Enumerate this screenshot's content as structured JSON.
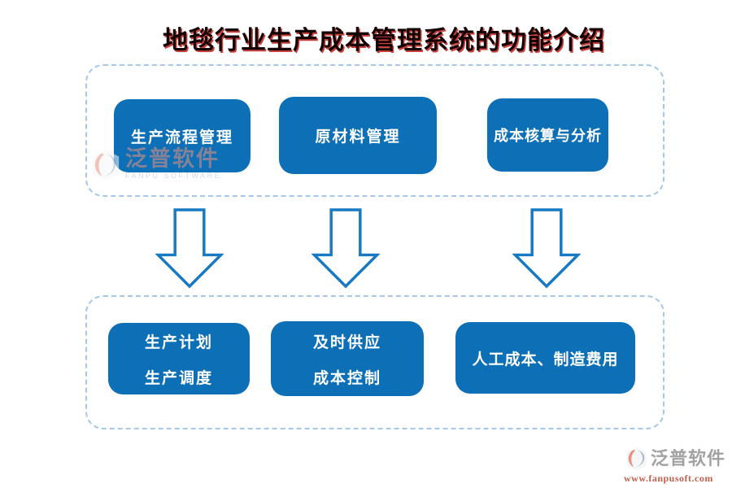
{
  "title": "地毯行业生产成本管理系统的功能介绍",
  "colors": {
    "node_blue": "#0d70b7",
    "arrow_blue": "#1778c4",
    "dashed_border": "#a6c7e8",
    "title_shadow_red": "#be140c",
    "watermark_salmon": "#e8927e",
    "watermark_gray": "#a2a2a2",
    "watermark_url_red": "#c2604e"
  },
  "top_row": {
    "items": [
      {
        "label": "生产流程管理"
      },
      {
        "label": "原材料管理"
      },
      {
        "label": "成本核算与分析"
      }
    ]
  },
  "bottom_row": {
    "items": [
      {
        "line1": "生产计划",
        "line2": "生产调度"
      },
      {
        "line1": "及时供应",
        "line2": "成本控制"
      },
      {
        "line1": "人工成本、制造费用",
        "line2": ""
      }
    ]
  },
  "watermark_top_left": {
    "brand": "泛普软件",
    "subtitle": "FANPU SOFTWARE"
  },
  "watermark_bottom_right": {
    "brand": "泛普软件",
    "url": "www.fanpusoft.com"
  }
}
